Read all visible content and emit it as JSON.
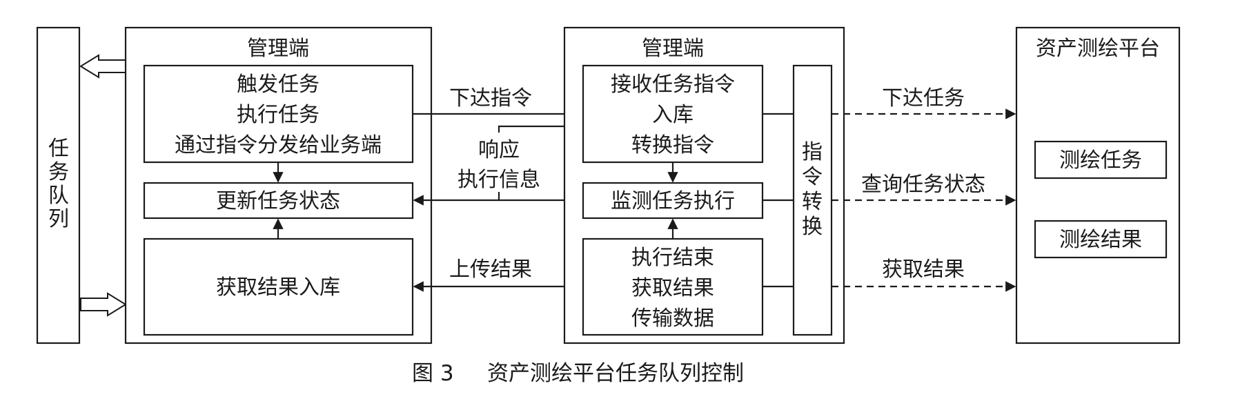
{
  "task_queue": {
    "chars": [
      "任",
      "务",
      "队",
      "列"
    ]
  },
  "mgmt_left": {
    "title": "管理端",
    "cmd_box": [
      "触发任务",
      "执行任务",
      "通过指令分发给业务端"
    ],
    "update_box": "更新任务状态",
    "result_box": "获取结果入库"
  },
  "mid_labels": {
    "issue_cmd": "下达指令",
    "response": [
      "响应",
      "执行信息"
    ],
    "upload": "上传结果"
  },
  "mgmt_right": {
    "title": "管理端",
    "recv_box": [
      "接收任务指令",
      "入库",
      "转换指令"
    ],
    "monitor_box": "监测任务执行",
    "finish_box": [
      "执行结束",
      "获取结果",
      "传输数据"
    ],
    "convert_chars": [
      "指",
      "令",
      "转",
      "换"
    ]
  },
  "right_labels": {
    "issue_task": "下达任务",
    "query_status": "查询任务状态",
    "get_result": "获取结果"
  },
  "platform": {
    "title": "资产测绘平台",
    "task_box": "测绘任务",
    "result_box": "测绘结果"
  },
  "caption": {
    "figure_no": "图 3",
    "title": "资产测绘平台任务队列控制"
  }
}
